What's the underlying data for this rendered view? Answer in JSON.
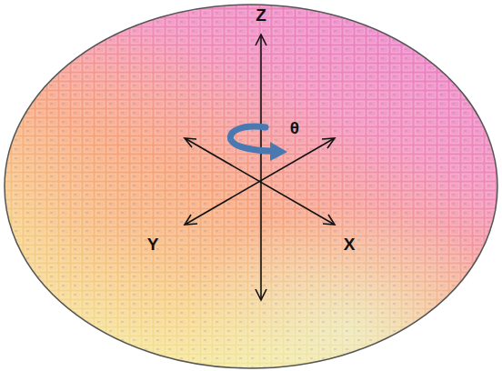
{
  "diagram": {
    "labels": [
      "Z",
      "θ",
      "Y",
      "X"
    ]
  }
}
